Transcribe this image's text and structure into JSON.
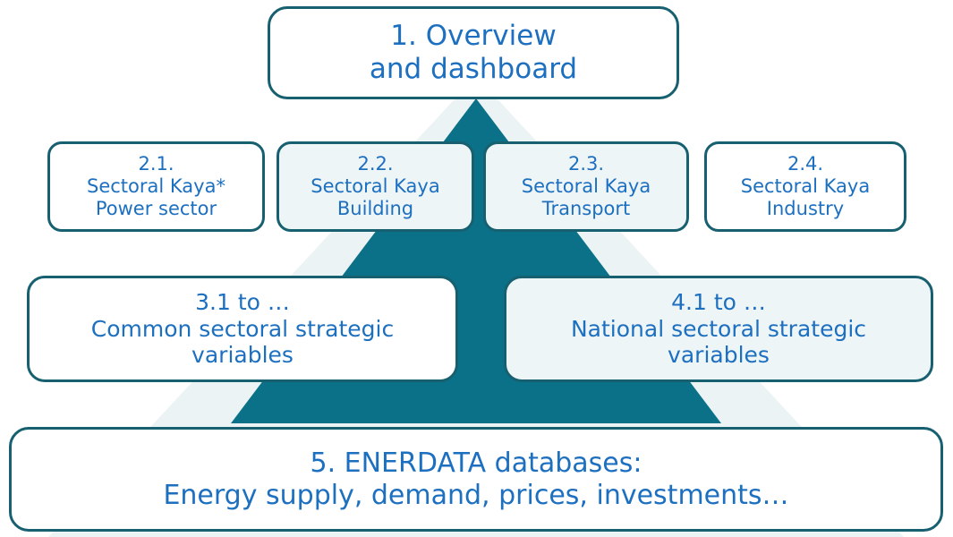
{
  "colors": {
    "box_border": "#17606F",
    "text_blue": "#1D6FC0",
    "triangle_dark": "#0B7189",
    "triangle_light": "#EBF3F5",
    "box_fill": "#FFFFFF",
    "box_fill_veiled": "#EEF5F7"
  },
  "diagram": {
    "type": "pyramid-layered-diagram",
    "background_shapes": [
      {
        "name": "dark-triangle",
        "color": "#0B7189"
      },
      {
        "name": "light-triangle",
        "color": "#EBF3F5"
      }
    ],
    "levels": [
      {
        "level": 1,
        "nodes": [
          {
            "id": "overview",
            "lines": [
              "1. Overview",
              "and dashboard"
            ]
          }
        ]
      },
      {
        "level": 2,
        "nodes": [
          {
            "id": "kaya-power",
            "lines": [
              "2.1.",
              "Sectoral Kaya*",
              "Power sector"
            ]
          },
          {
            "id": "kaya-building",
            "lines": [
              "2.2.",
              "Sectoral Kaya",
              "Building"
            ]
          },
          {
            "id": "kaya-transport",
            "lines": [
              "2.3.",
              "Sectoral Kaya",
              "Transport"
            ]
          },
          {
            "id": "kaya-industry",
            "lines": [
              "2.4.",
              "Sectoral Kaya",
              "Industry"
            ]
          }
        ]
      },
      {
        "level": 3,
        "nodes": [
          {
            "id": "common-vars",
            "lines": [
              "3.1 to …",
              "Common sectoral strategic",
              "variables"
            ]
          },
          {
            "id": "national-vars",
            "lines": [
              "4.1 to …",
              "National sectoral strategic",
              "variables"
            ]
          }
        ]
      },
      {
        "level": 4,
        "nodes": [
          {
            "id": "databases",
            "lines": [
              "5. ENERDATA databases:",
              "Energy supply, demand, prices, investments…"
            ]
          }
        ]
      }
    ]
  },
  "nodes": {
    "overview": {
      "l1": "1. Overview",
      "l2": "and dashboard"
    },
    "kaya_power": {
      "l1": "2.1.",
      "l2": "Sectoral Kaya*",
      "l3": "Power sector"
    },
    "kaya_building": {
      "l1": "2.2.",
      "l2": "Sectoral Kaya",
      "l3": "Building"
    },
    "kaya_transport": {
      "l1": "2.3.",
      "l2": "Sectoral Kaya",
      "l3": "Transport"
    },
    "kaya_industry": {
      "l1": "2.4.",
      "l2": "Sectoral Kaya",
      "l3": "Industry"
    },
    "common_vars": {
      "l1": "3.1 to …",
      "l2": "Common sectoral strategic",
      "l3": "variables"
    },
    "national_vars": {
      "l1": "4.1 to …",
      "l2": "National sectoral strategic",
      "l3": "variables"
    },
    "databases": {
      "l1": "5. ENERDATA databases:",
      "l2": "Energy supply, demand, prices, investments…"
    }
  }
}
